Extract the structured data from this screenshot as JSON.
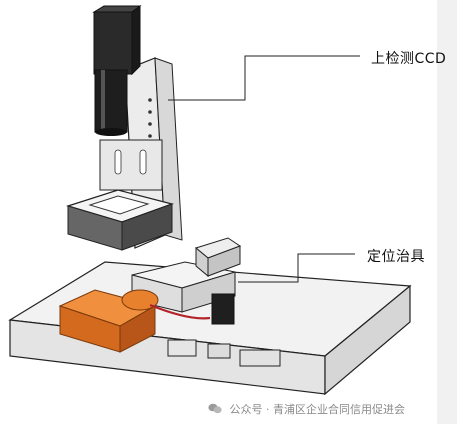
{
  "labels": {
    "top_ccd": "上检测CCD",
    "fixture": "定位治具"
  },
  "watermark": {
    "text": "公众号 · 青浦区企业合同信用促进会",
    "icon": "wechat-icon"
  },
  "colors": {
    "background": "#ffffff",
    "side_panel": "#f1f1f1",
    "camera_body": "#1e1e1e",
    "frame_metal": "#e9e9e9",
    "fixture_orange": "#e27a2c",
    "cable_red": "#b3242a",
    "leader_line": "#222222"
  }
}
